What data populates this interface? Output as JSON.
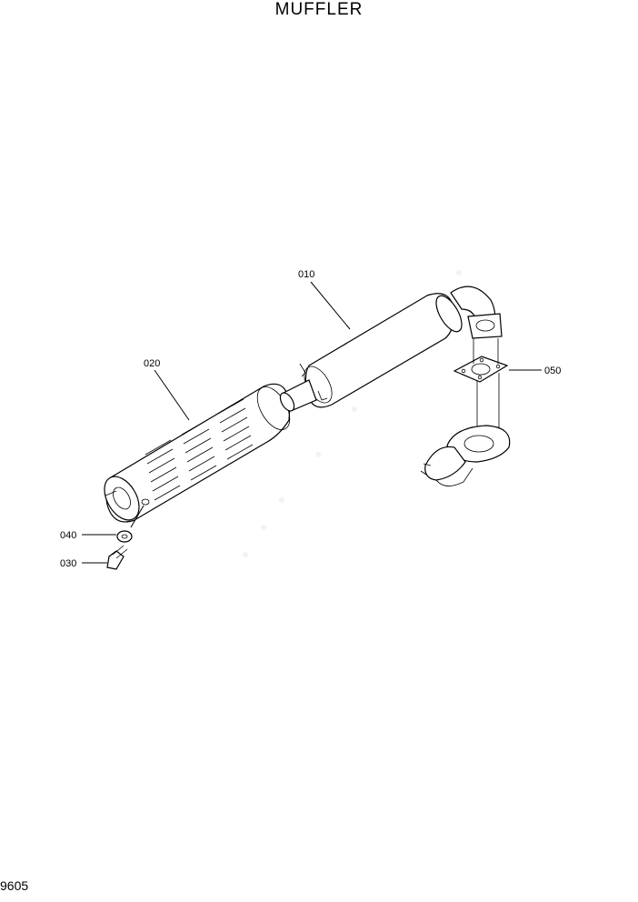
{
  "title": "MUFFLER",
  "page_number": "9605",
  "callouts": {
    "c010": "010",
    "c020": "020",
    "c030": "030",
    "c040": "040",
    "c050": "050"
  }
}
